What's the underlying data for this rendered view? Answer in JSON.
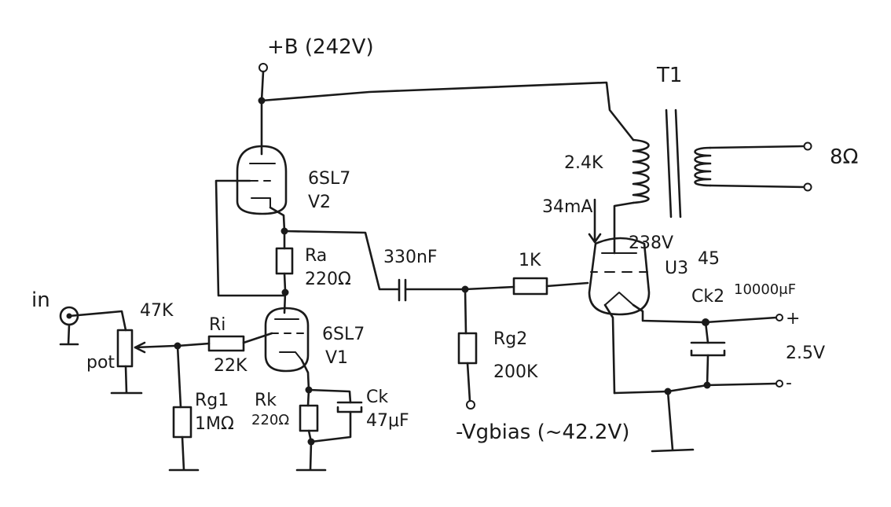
{
  "supply": {
    "label": "+B (242V)"
  },
  "transformer": {
    "name": "T1",
    "primary_impedance": "2.4K",
    "load": "8Ω"
  },
  "tube_v2": {
    "type": "6SL7",
    "ref": "V2"
  },
  "tube_v1": {
    "type": "6SL7",
    "ref": "V1"
  },
  "tube_v3": {
    "plate_voltage": "238V",
    "ref": "U3",
    "type": "45",
    "plate_current": "34mA"
  },
  "ra": {
    "ref": "Ra",
    "value": "220Ω"
  },
  "coupling_cap": {
    "value": "330nF"
  },
  "grid_stopper": {
    "value": "1K"
  },
  "rg2": {
    "ref": "Rg2",
    "value": "200K"
  },
  "bias": {
    "label": "-Vgbias (~42.2V)"
  },
  "input": {
    "label": "in"
  },
  "pot": {
    "value": "47K",
    "label": "pot"
  },
  "ri": {
    "ref": "Ri",
    "value": "22K"
  },
  "rg1": {
    "ref": "Rg1",
    "value": "1MΩ"
  },
  "rk": {
    "ref": "Rk",
    "value": "220Ω"
  },
  "ck": {
    "ref": "Ck",
    "value": "47μF"
  },
  "ck2": {
    "ref": "Ck2",
    "value": "10000μF"
  },
  "heater": {
    "plus": "+",
    "voltage": "2.5V",
    "minus": "-"
  }
}
